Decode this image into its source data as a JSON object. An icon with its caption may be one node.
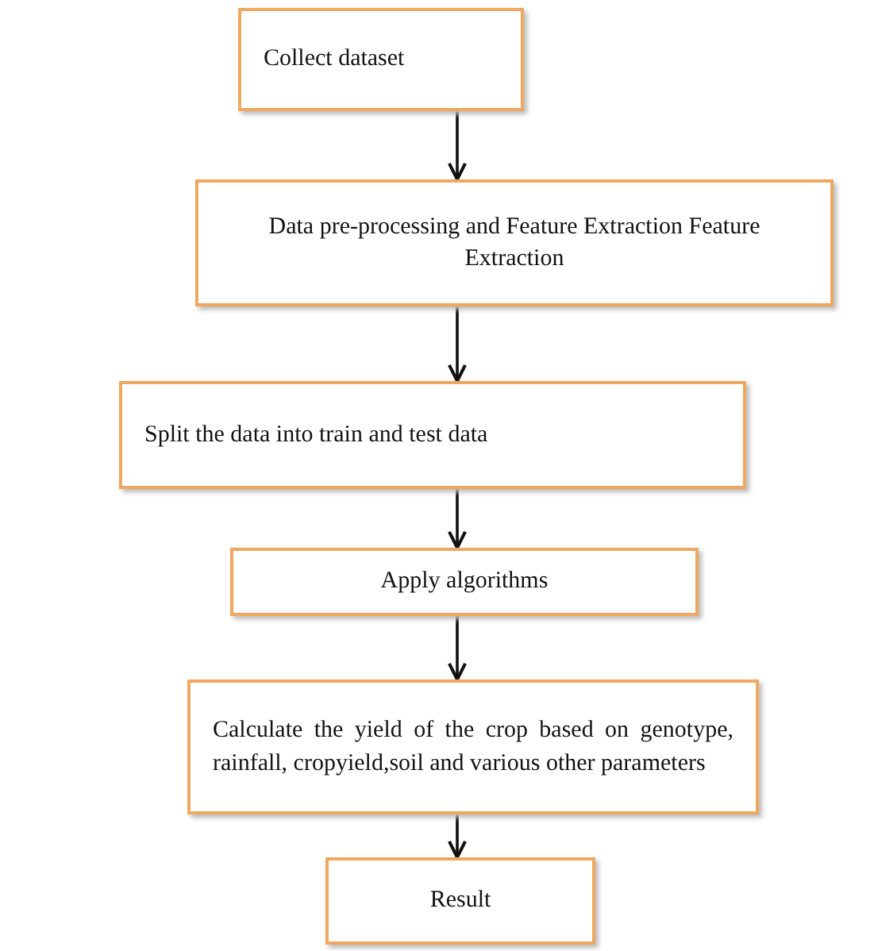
{
  "diagram": {
    "nodes": [
      {
        "text": [
          "Collect dataset"
        ]
      },
      {
        "text": [
          "Data pre-processing and Feature Extraction Feature Extraction"
        ]
      },
      {
        "text": [
          "Split the data into train and test data"
        ]
      },
      {
        "text": [
          "Apply algorithms"
        ]
      },
      {
        "text": [
          "Calculate the yield of the crop based on genotype, rainfall, cropyield,soil and various other parameters"
        ]
      },
      {
        "text": [
          "Result"
        ]
      }
    ],
    "edges": [
      {
        "from": 0,
        "to": 1,
        "arrow": "to"
      },
      {
        "from": 1,
        "to": 2,
        "arrow": "to"
      },
      {
        "from": 2,
        "to": 3,
        "arrow": "to"
      },
      {
        "from": 3,
        "to": 4,
        "arrow": "to"
      },
      {
        "from": 4,
        "to": 5,
        "arrow": "to"
      }
    ]
  }
}
